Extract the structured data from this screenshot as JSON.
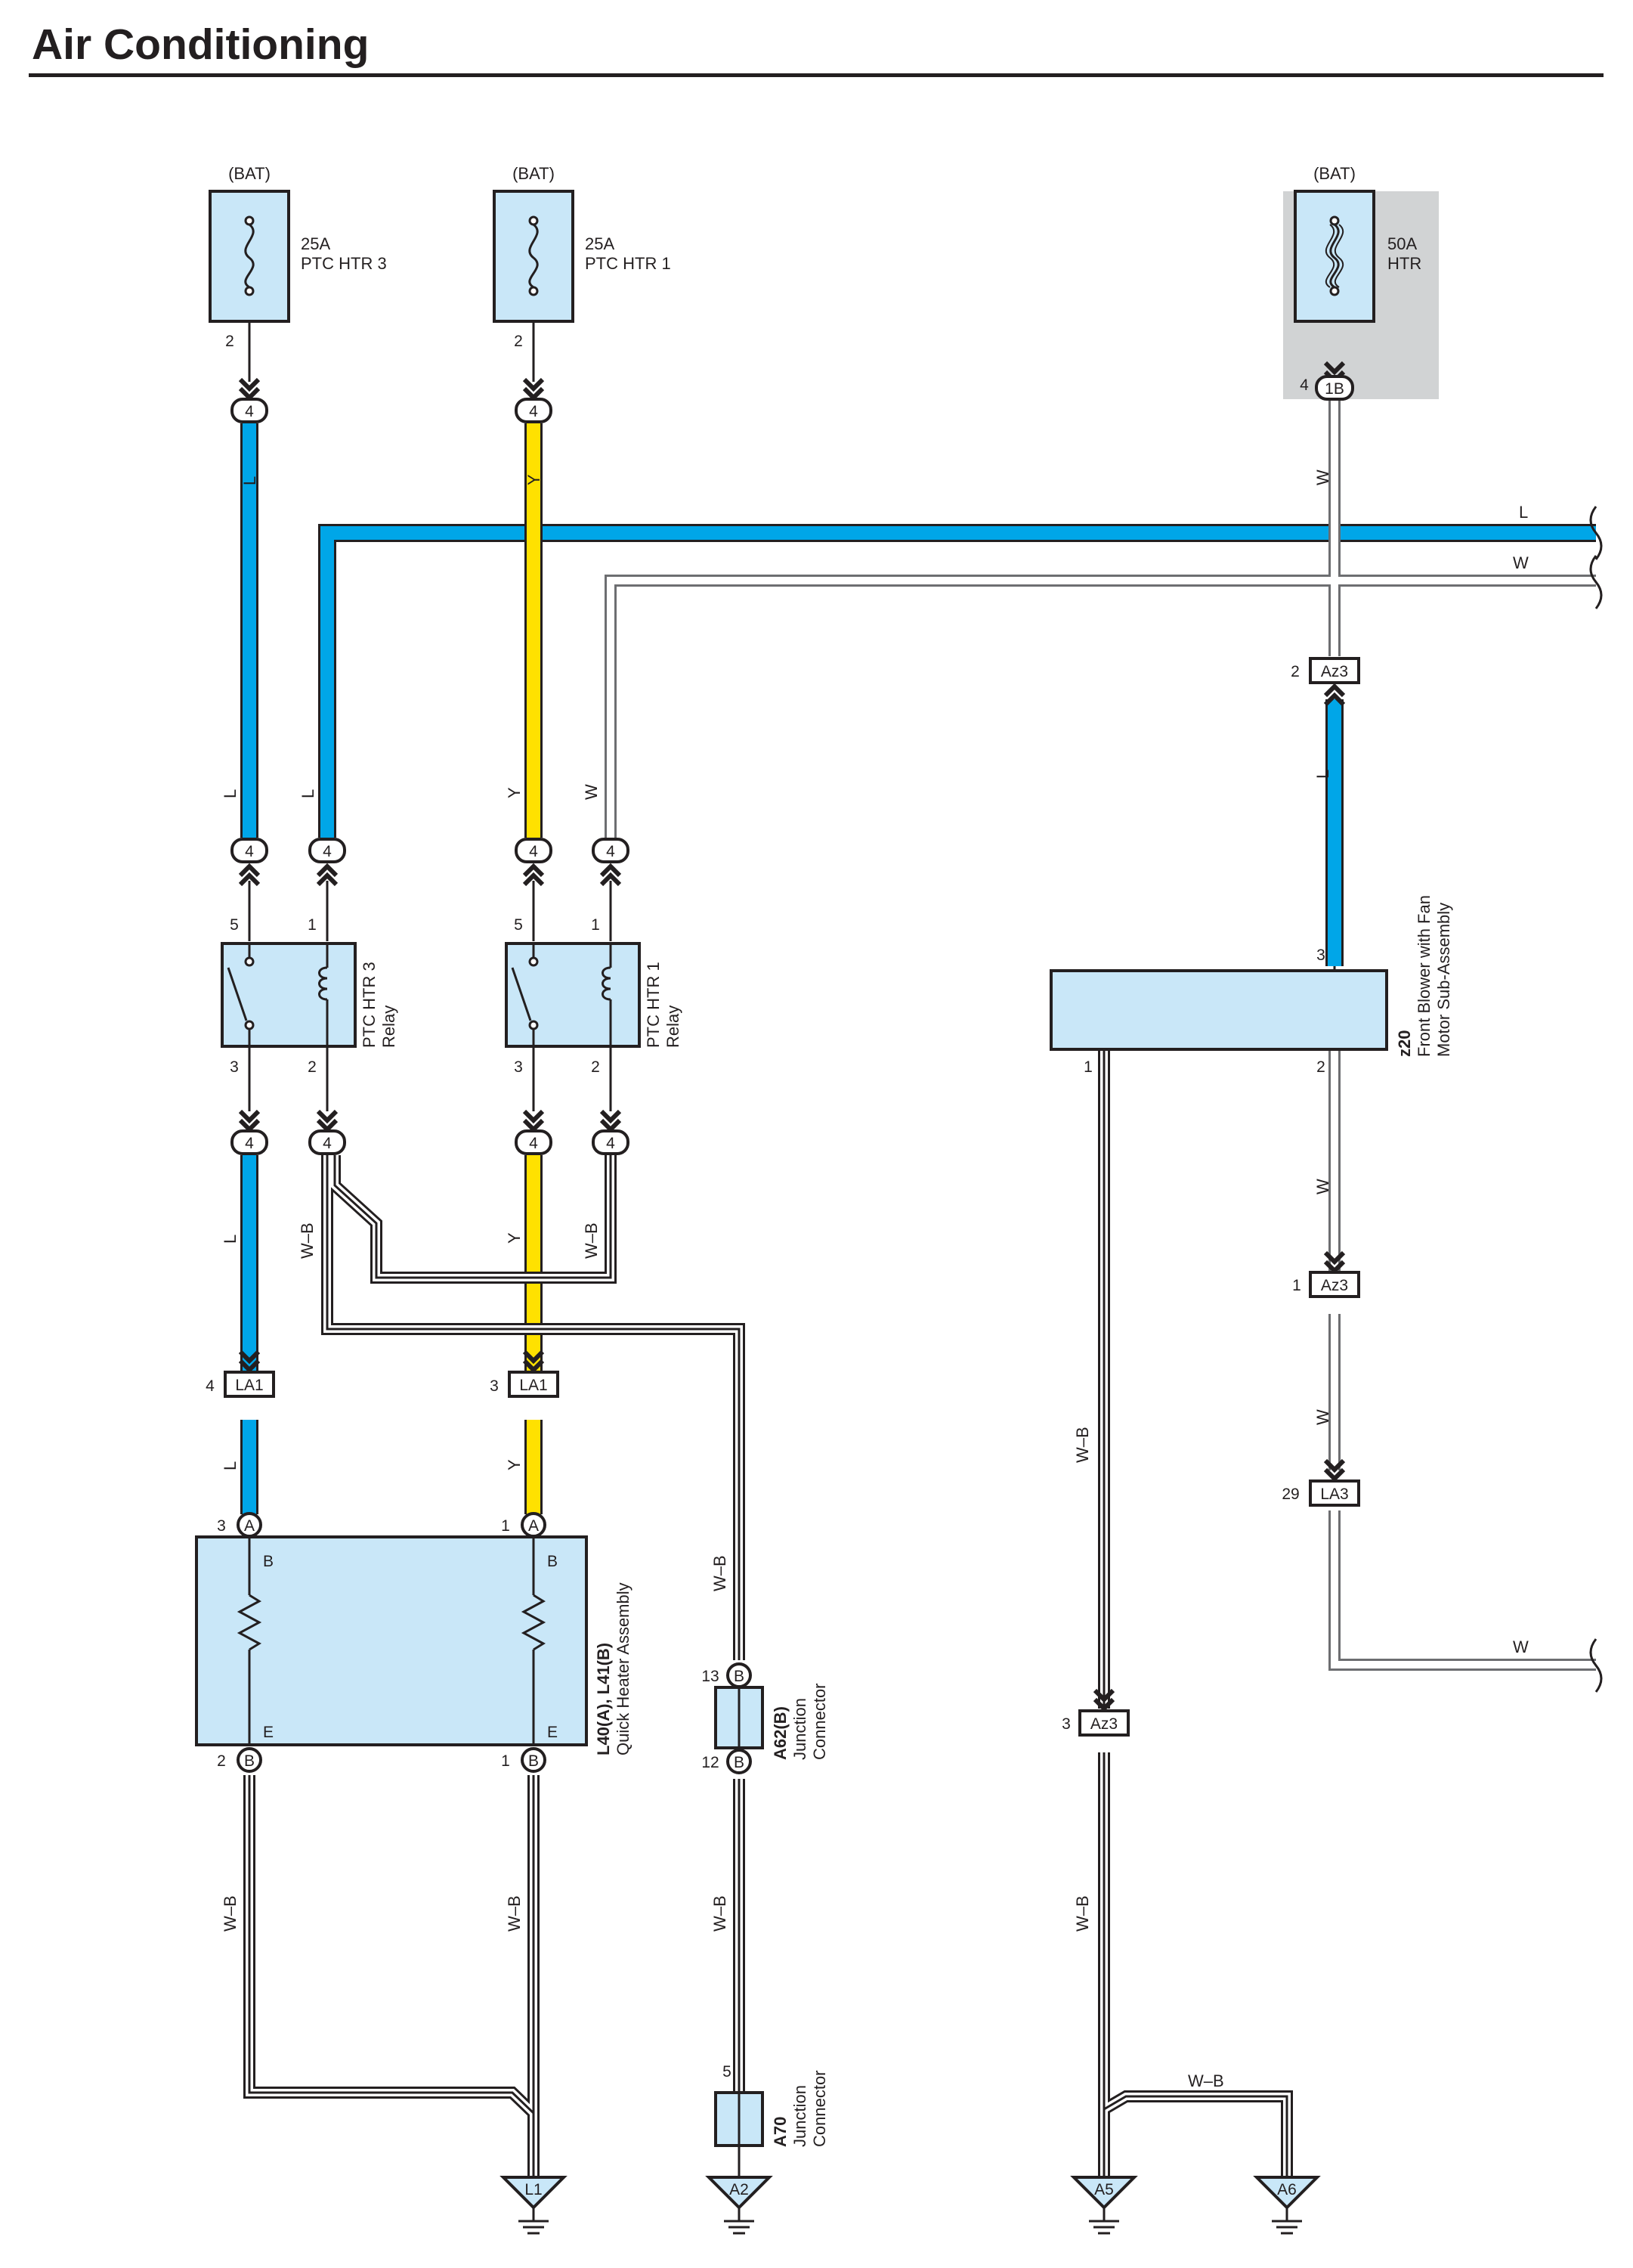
{
  "title": "Air Conditioning",
  "colors": {
    "blue_wire": "#00a6e8",
    "yellow_wire": "#ffe100",
    "component_fill": "#c9e7f8",
    "fusible_link_bg": "#d1d3d4",
    "outline": "#231f20"
  },
  "fuses": {
    "htr3": {
      "source": "(BAT)",
      "rating": "25A",
      "name": "PTC HTR 3",
      "pin": "2",
      "icon": "fuse-icon"
    },
    "htr1": {
      "source": "(BAT)",
      "rating": "25A",
      "name": "PTC HTR 1",
      "pin": "2",
      "icon": "fuse-icon"
    },
    "htr": {
      "source": "(BAT)",
      "rating": "50A",
      "name": "HTR",
      "pin": "4",
      "connector": "1B",
      "icon": "fusible-link-icon"
    }
  },
  "relays": {
    "htr3": {
      "line1": "PTC HTR 3",
      "line2": "Relay",
      "pins": [
        "5",
        "1",
        "3",
        "2"
      ],
      "icon": "relay-icon"
    },
    "htr1": {
      "line1": "PTC HTR 1",
      "line2": "Relay",
      "pins": [
        "5",
        "1",
        "3",
        "2"
      ],
      "icon": "relay-icon"
    }
  },
  "junction_block_pin": "4",
  "wire_colors": {
    "L": "L",
    "Y": "Y",
    "W": "W",
    "WB": "W–B"
  },
  "connectors": {
    "la1": "LA1",
    "la3": "LA3",
    "az3": "Az3",
    "la1_pin_l": "4",
    "la1_pin_y": "3",
    "az3_pin_top": "2",
    "az3_pin_mid": "1",
    "az3_pin_left": "3",
    "la3_pin": "29"
  },
  "quick_heater": {
    "id": "L40(A), L41(B)",
    "name": "Quick Heater Assembly",
    "conn_a": "A",
    "conn_b": "B",
    "pin_a_left": "3",
    "pin_a_right": "1",
    "pin_b_left": "2",
    "pin_b_right": "1",
    "label_b": "B",
    "label_e": "E",
    "icon": "resistor-icon"
  },
  "junction_a62": {
    "id": "A62(B)",
    "line1": "Junction",
    "line2": "Connector",
    "pin_top": "13",
    "pin_bottom": "12",
    "conn": "B"
  },
  "junction_a70": {
    "id": "A70",
    "line1": "Junction",
    "line2": "Connector",
    "pin": "5"
  },
  "blower": {
    "id": "z20",
    "line1": "Front Blower with Fan",
    "line2": "Motor Sub-Assembly",
    "pin_top": "3",
    "pin_left": "1",
    "pin_right": "2"
  },
  "grounds": {
    "l1": "L1",
    "a2": "A2",
    "a5": "A5",
    "a6": "A6",
    "icon": "ground-icon"
  }
}
